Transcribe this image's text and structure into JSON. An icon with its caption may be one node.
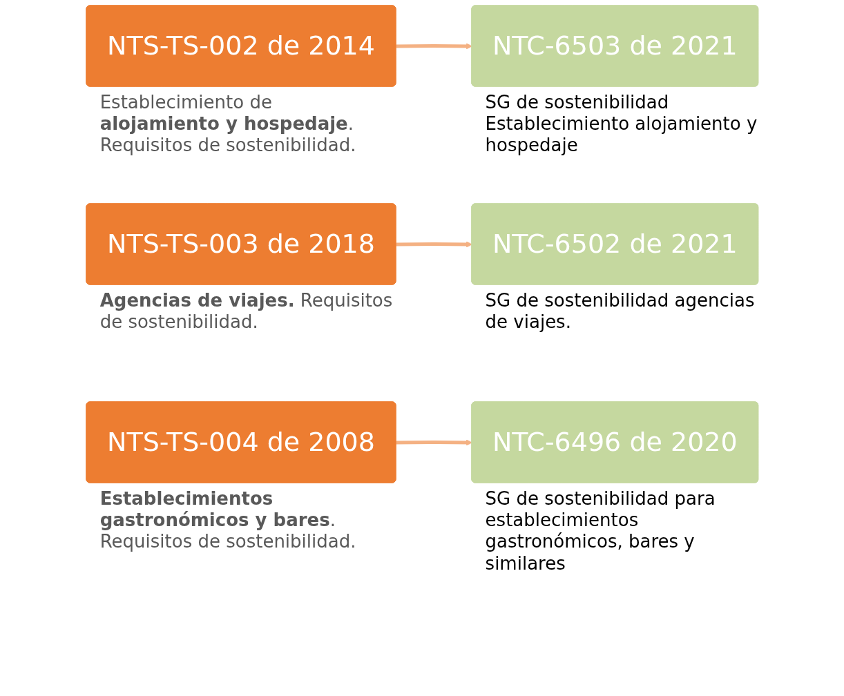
{
  "diagram": {
    "nodes": [
      {
        "text": [
          "NTS-TS-002 de 2014"
        ],
        "beside": [
          "Establecimiento de **alojamiento y hospedaje**. Requisitos de sostenibilidad."
        ]
      },
      {
        "text": [
          "NTC-6503 de 2021"
        ],
        "beside": [
          "SG de sostenibilidad Establecimiento alojamiento y hospedaje"
        ]
      },
      {
        "text": [
          "NTS-TS-003 de 2018"
        ],
        "beside": [
          "**Agencias de viajes.** Requisitos de sostenibilidad."
        ]
      },
      {
        "text": [
          "NTC-6502 de 2021"
        ],
        "beside": [
          "SG de sostenibilidad agencias de viajes."
        ]
      },
      {
        "text": [
          "NTS-TS-004 de 2008"
        ],
        "beside": [
          "**Establecimientos gastronómicos y bares**. Requisitos de sostenibilidad."
        ]
      },
      {
        "text": [
          "NTC-6496 de 2020"
        ],
        "beside": [
          "SG de sostenibilidad para establecimientos gastronómicos, bares y similares"
        ]
      }
    ],
    "edges": [
      {
        "from": 0,
        "to": 1,
        "arrow": "to"
      },
      {
        "from": 2,
        "to": 3,
        "arrow": "to"
      },
      {
        "from": 4,
        "to": 5,
        "arrow": "to"
      }
    ]
  }
}
